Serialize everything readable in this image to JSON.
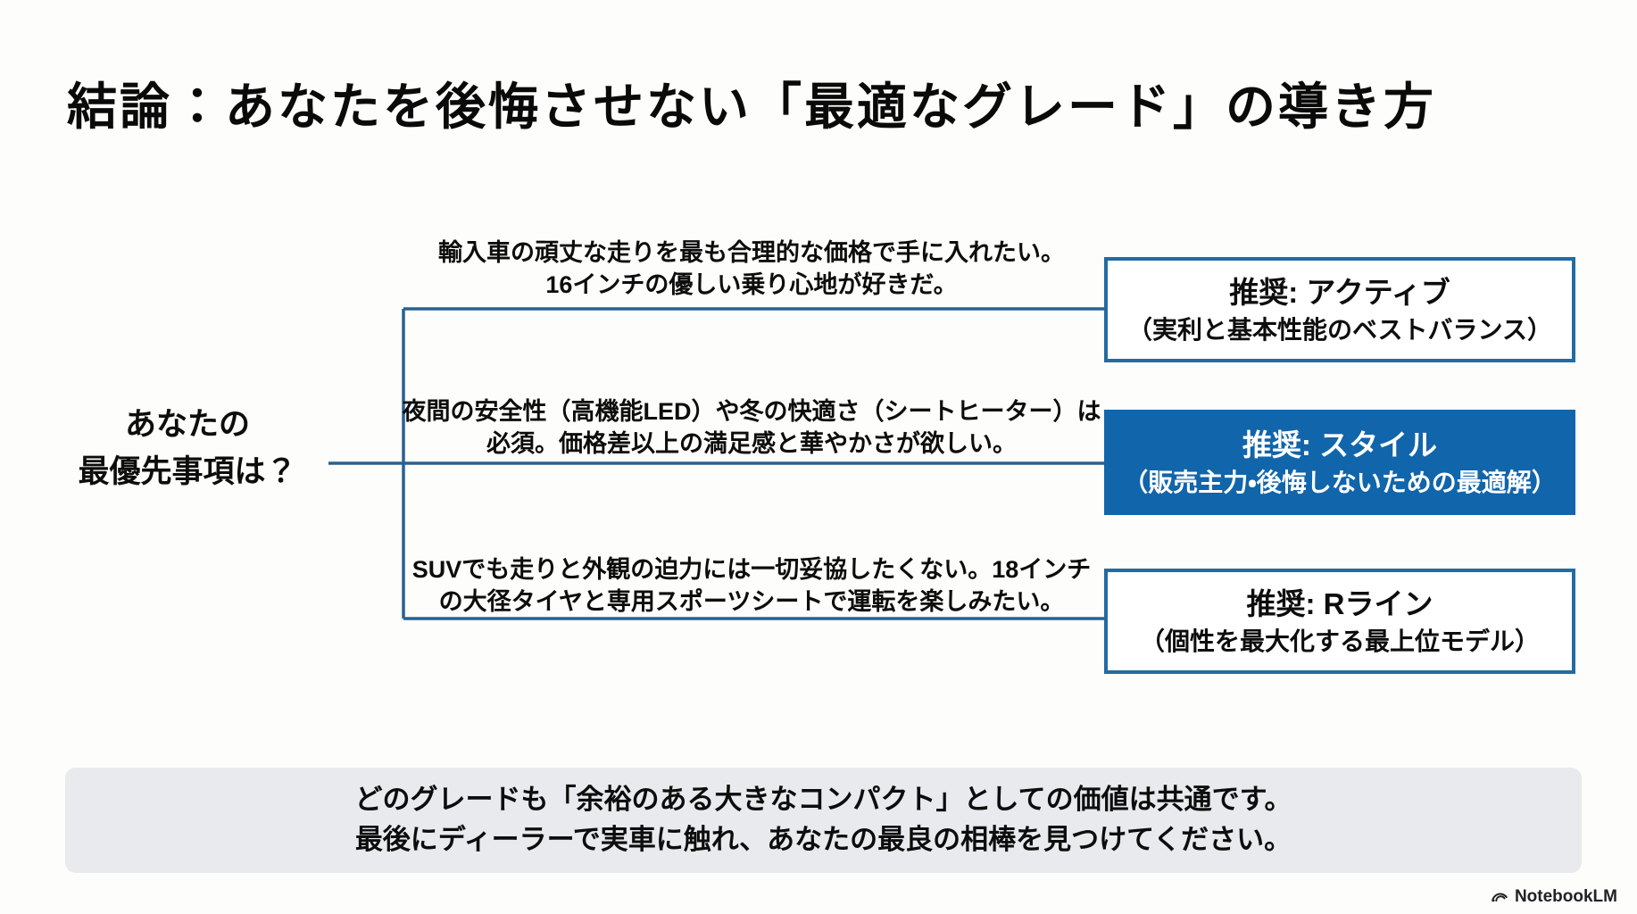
{
  "slide": {
    "title": "結論：あなたを後悔させない「最適なグレード」の導き方",
    "root_question": {
      "line1": "あなたの",
      "line2": "最優先事項は？"
    },
    "branches": [
      {
        "condition_line1": "輸入車の頑丈な走りを最も合理的な価格で手に入れたい。",
        "condition_line2": "16インチの優しい乗り心地が好きだ。",
        "recommendation_title": "推奨: アクティブ",
        "recommendation_subtitle": "（実利と基本性能のベストバランス）",
        "highlighted": false
      },
      {
        "condition_line1": "夜間の安全性（高機能LED）や冬の快適さ（シートヒーター）は",
        "condition_line2": "必須。価格差以上の満足感と華やかさが欲しい。",
        "recommendation_title": "推奨: スタイル",
        "recommendation_subtitle": "（販売主力・後悔しないための最適解）",
        "highlighted": true
      },
      {
        "condition_line1": "SUVでも走りと外観の迫力には一切妥協したくない。18インチ",
        "condition_line2": "の大径タイヤと専用スポーツシートで運転を楽しみたい。",
        "recommendation_title": "推奨: Rライン",
        "recommendation_subtitle": "（個性を最大化する最上位モデル）",
        "highlighted": false
      }
    ],
    "footer_note": {
      "line1": "どのグレードも「余裕のある大きなコンパクト」としての価値は共通です。",
      "line2": "最後にディーラーで実車に触れ、あなたの最良の相棒を見つけてください。"
    },
    "brand": "NotebookLM"
  },
  "colors": {
    "accent_blue": "#1165ab",
    "line_blue": "#2a6191",
    "box_border": "#226ba3",
    "note_bg": "#e9eaee",
    "page_bg": "#fdfdfb",
    "text": "#0d0d0d"
  }
}
